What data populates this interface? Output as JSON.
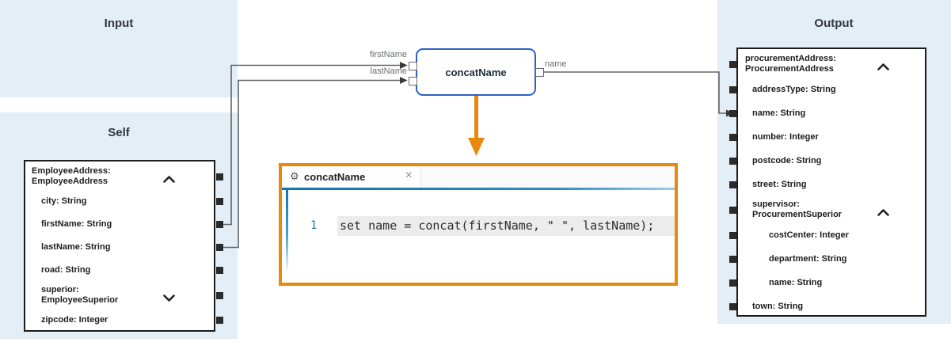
{
  "sections": {
    "input": {
      "title": "Input"
    },
    "self": {
      "title": "Self"
    },
    "output": {
      "title": "Output"
    }
  },
  "self_tree": [
    {
      "lines": [
        "EmployeeAddress:",
        "EmployeeAddress"
      ],
      "indent": 0,
      "chevron": "up"
    },
    {
      "lines": [
        "city: String"
      ],
      "indent": 1
    },
    {
      "lines": [
        "firstName: String"
      ],
      "indent": 1
    },
    {
      "lines": [
        "lastName: String"
      ],
      "indent": 1
    },
    {
      "lines": [
        "road: String"
      ],
      "indent": 1
    },
    {
      "lines": [
        "superior:",
        "EmployeeSuperior"
      ],
      "indent": 1,
      "chevron": "down"
    },
    {
      "lines": [
        "zipcode: Integer"
      ],
      "indent": 1
    }
  ],
  "output_tree": [
    {
      "lines": [
        "procurementAddress:",
        "ProcurementAddress"
      ],
      "indent": 0,
      "chevron": "up"
    },
    {
      "lines": [
        "addressType: String"
      ],
      "indent": 1
    },
    {
      "lines": [
        "name: String"
      ],
      "indent": 1
    },
    {
      "lines": [
        "number: Integer"
      ],
      "indent": 1
    },
    {
      "lines": [
        "postcode: String"
      ],
      "indent": 1
    },
    {
      "lines": [
        "street: String"
      ],
      "indent": 1
    },
    {
      "lines": [
        "supervisor:",
        "ProcurementSuperior"
      ],
      "indent": 1,
      "chevron": "up"
    },
    {
      "lines": [
        "costCenter: Integer"
      ],
      "indent": 2
    },
    {
      "lines": [
        "department: String"
      ],
      "indent": 2
    },
    {
      "lines": [
        "name: String"
      ],
      "indent": 2
    },
    {
      "lines": [
        "town: String"
      ],
      "indent": 1
    }
  ],
  "node": {
    "label": "concatName",
    "inputs": [
      "firstName",
      "lastName"
    ],
    "output": "name"
  },
  "connections": [
    {
      "from": "Self.EmployeeAddress.firstName",
      "to": "concatName.firstName"
    },
    {
      "from": "Self.EmployeeAddress.lastName",
      "to": "concatName.lastName"
    },
    {
      "from": "concatName.name",
      "to": "Output.procurementAddress.name"
    }
  ],
  "editor": {
    "tab_label": "concatName",
    "line_number": "1",
    "code": "set name = concat(firstName, \" \", lastName);"
  },
  "icons": {
    "gear": "⚙",
    "close": "×"
  },
  "colors": {
    "panel_blue": "#E4EEF6",
    "node_border_blue": "#2A62C5",
    "accent_orange": "#E8890D",
    "tab_underline_blue": "#0F76B5",
    "connector_gray": "#646464"
  }
}
